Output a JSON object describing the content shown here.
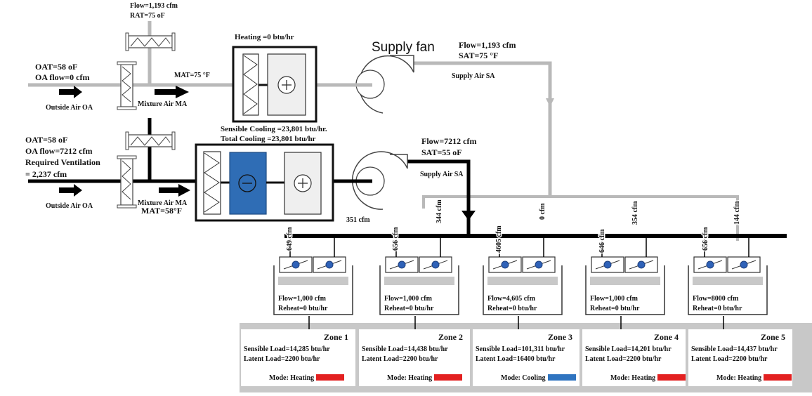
{
  "top_system": {
    "ra_flow": "Flow=1,193 cfm",
    "rat": "RAT=75 oF",
    "oat": "OAT=58 oF",
    "oa_flow": "OA flow=0 cfm",
    "outside_air": "Outside Air OA",
    "mixture_air": "Mixture Air MA",
    "mat": "MAT=75 °F",
    "heating": "Heating =0 btu/hr",
    "sensible_cooling": "Sensible Cooling =23,801 btu/hr.",
    "total_cooling": "Total Cooling =23,801 btu/hr",
    "supply_fan_title": "Supply fan",
    "sa_flow": "Flow=1,193 cfm",
    "sat": "SAT=75 °F",
    "supply_air": "Supply Air SA"
  },
  "bottom_system": {
    "oat": "OAT=58 oF",
    "oa_flow": "OA flow=7212 cfm",
    "required_ventilation": "Required Ventilation",
    "ventilation_value": "= 2,237 cfm",
    "outside_air": "Outside Air OA",
    "mixture_air": "Mixture Air MA",
    "mat": "MAT=58°F",
    "sa_flow": "Flow=7212 cfm",
    "sat": "SAT=55 oF",
    "supply_air": "Supply Air SA",
    "branch_flow": "351 cfm"
  },
  "branch_labels": [
    "649 cfm",
    "344 cfm",
    "656 cfm",
    "4605 cfm",
    "0 cfm",
    "646 cfm",
    "354 cfm",
    "656 cfm",
    "144 cfm"
  ],
  "zones": [
    {
      "name": "Zone 1",
      "flow": "Flow=1,000 cfm",
      "reheat": "Reheat=0 btu/hr",
      "sensible": "Sensible Load=14,285 btu/hr",
      "latent": "Latent Load=2200  btu/hr",
      "mode": "Mode: Heating",
      "mode_color": "#e32020"
    },
    {
      "name": "Zone 2",
      "flow": "Flow=1,000 cfm",
      "reheat": "Reheat=0 btu/hr",
      "sensible": "Sensible Load=14,438 btu/hr",
      "latent": "Latent Load=2200 btu/hr",
      "mode": "Mode: Heating",
      "mode_color": "#e32020"
    },
    {
      "name": "Zone 3",
      "flow": "Flow=4,605 cfm",
      "reheat": "Reheat=0 btu/hr",
      "sensible": "Sensible Load=101,311 btu/hr",
      "latent": "Latent Load=16400 btu/hr",
      "mode": "Mode: Cooling",
      "mode_color": "#2f74c0"
    },
    {
      "name": "Zone 4",
      "flow": "Flow=1,000 cfm",
      "reheat": "Reheat=0 btu/hr",
      "sensible": "Sensible Load=14,201 btu/hr",
      "latent": "Latent Load=2200 btu/hr",
      "mode": "Mode: Heating",
      "mode_color": "#e32020"
    },
    {
      "name": "Zone 5",
      "flow": "Flow=8000 cfm",
      "reheat": "Reheat=0 btu/hr",
      "sensible": "Sensible Load=14,437 btu/hr",
      "latent": "Latent Load=2200 btu/hr",
      "mode": "Mode: Heating",
      "mode_color": "#e32020"
    }
  ],
  "colors": {
    "duct_gray": "#b9b9b9",
    "duct_black": "#000000",
    "cooling_coil": "#2f6db5",
    "panel_gray": "#c8c8c8",
    "heating_mode": "#e32020",
    "cooling_mode": "#2f74c0"
  },
  "icons": [
    "damper-icon",
    "heating-coil-icon",
    "cooling-coil-icon",
    "filter-icon",
    "supply-fan-icon",
    "vav-damper-icon",
    "arrow-right-icon",
    "arrow-down-icon"
  ]
}
